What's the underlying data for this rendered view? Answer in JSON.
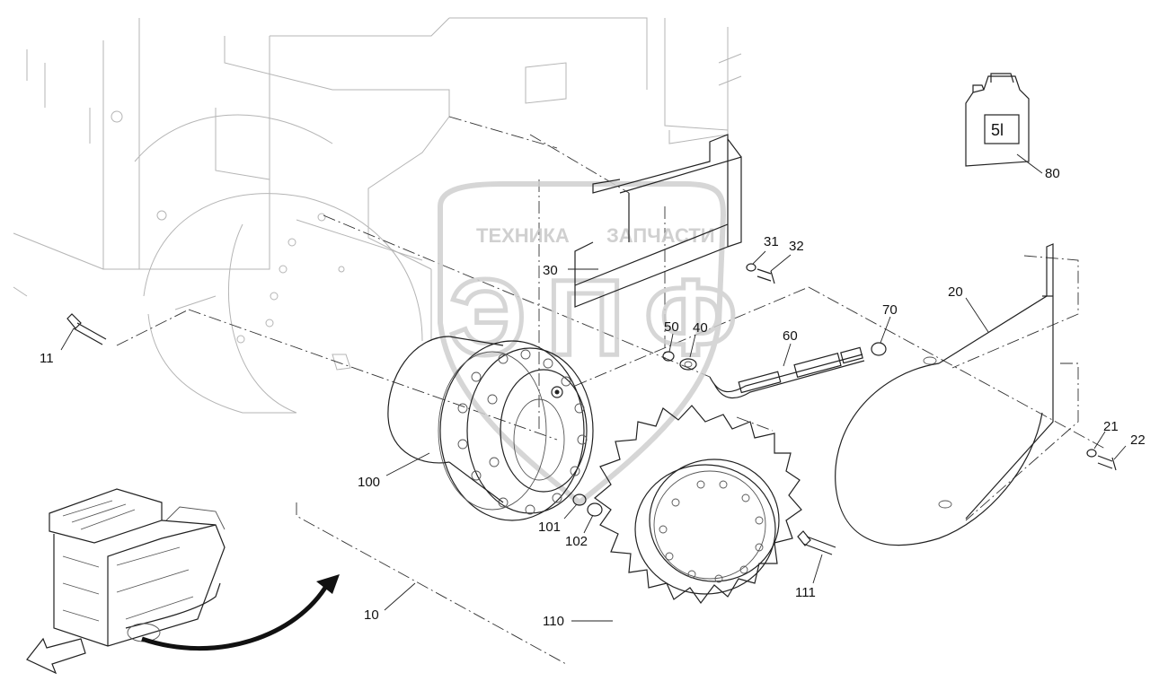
{
  "watermark": {
    "left_text": "ТЕХНИКА",
    "right_text": "ЗАПЧАСТИ",
    "logo_letters": "ЭПФ"
  },
  "oil_can": {
    "label": "5l"
  },
  "callouts": [
    {
      "id": "c10",
      "text": "10"
    },
    {
      "id": "c11",
      "text": "11"
    },
    {
      "id": "c20",
      "text": "20"
    },
    {
      "id": "c21",
      "text": "21"
    },
    {
      "id": "c22",
      "text": "22"
    },
    {
      "id": "c30",
      "text": "30"
    },
    {
      "id": "c31",
      "text": "31"
    },
    {
      "id": "c32",
      "text": "32"
    },
    {
      "id": "c40",
      "text": "40"
    },
    {
      "id": "c50",
      "text": "50"
    },
    {
      "id": "c60",
      "text": "60"
    },
    {
      "id": "c70",
      "text": "70"
    },
    {
      "id": "c80",
      "text": "80"
    },
    {
      "id": "c100",
      "text": "100"
    },
    {
      "id": "c101",
      "text": "101"
    },
    {
      "id": "c102",
      "text": "102"
    },
    {
      "id": "c110",
      "text": "110"
    },
    {
      "id": "c111",
      "text": "111"
    }
  ]
}
